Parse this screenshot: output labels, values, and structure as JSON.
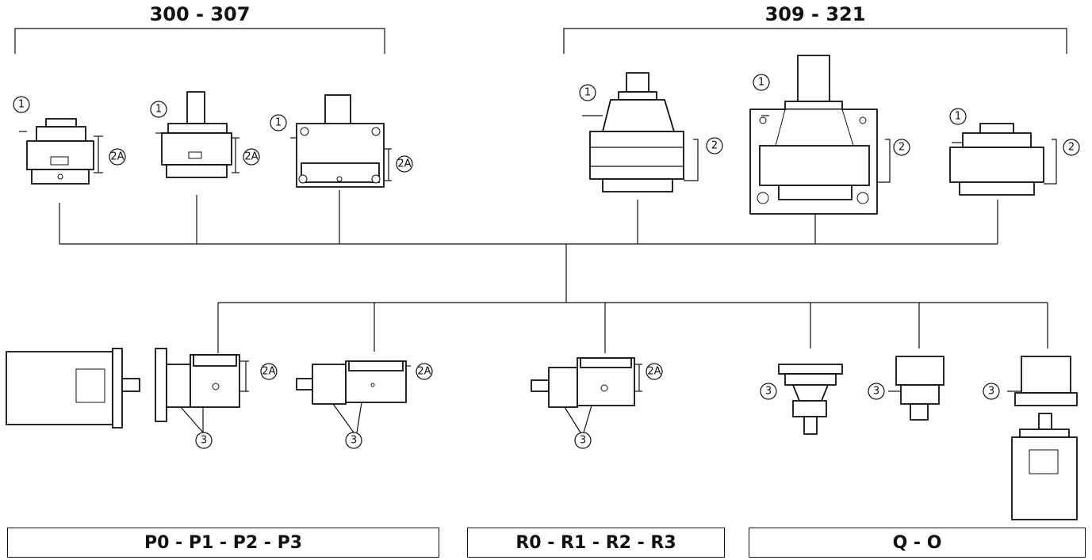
{
  "groups": {
    "top_left": {
      "title": "300 - 307"
    },
    "top_right": {
      "title": "309 - 321"
    }
  },
  "bottom_groups": {
    "p": {
      "label": "P0 - P1 - P2 - P3"
    },
    "r": {
      "label": "R0 - R1 - R2 - R3"
    },
    "q": {
      "label": "Q - O"
    }
  },
  "callouts": {
    "one": "1",
    "two": "2",
    "two_a": "2A",
    "three": "3"
  }
}
